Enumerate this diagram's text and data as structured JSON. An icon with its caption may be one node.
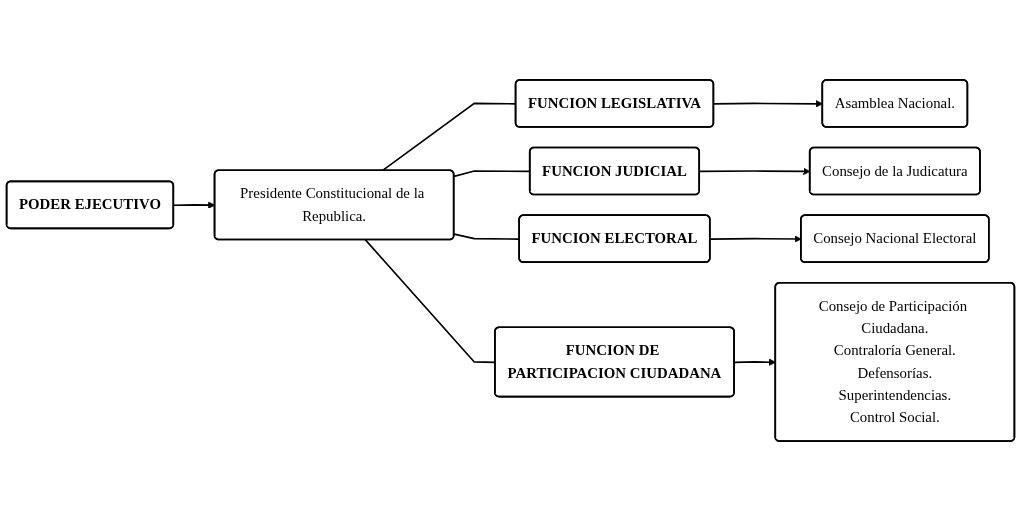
{
  "diagram": {
    "nodes": [
      {
        "text": [
          "PODER EJECUTIVO"
        ]
      },
      {
        "text": [
          "Presidente Constitucional de la Republica."
        ]
      },
      {
        "text": [
          "FUNCION LEGISLATIVA"
        ]
      },
      {
        "text": [
          "FUNCION JUDICIAL"
        ]
      },
      {
        "text": [
          "FUNCION ELECTORAL"
        ]
      },
      {
        "text": [
          "FUNCION DE PARTICIPACION CIUDADANA"
        ]
      },
      {
        "text": [
          "Asamblea Nacional."
        ]
      },
      {
        "text": [
          "Consejo de la Judicatura"
        ]
      },
      {
        "text": [
          "Consejo Nacional Electoral"
        ]
      },
      {
        "text": [
          "Consejo de Participación Ciudadana.",
          "Contraloría General.",
          "Defensorías.",
          "Superintendencias.",
          "Control Social."
        ]
      }
    ],
    "edges": [
      {
        "from": 0,
        "to": 1,
        "arrow": "to"
      },
      {
        "from": 1,
        "to": 2,
        "arrow": "none"
      },
      {
        "from": 1,
        "to": 3,
        "arrow": "none"
      },
      {
        "from": 1,
        "to": 4,
        "arrow": "none"
      },
      {
        "from": 1,
        "to": 5,
        "arrow": "none"
      },
      {
        "from": 2,
        "to": 6,
        "arrow": "to"
      },
      {
        "from": 3,
        "to": 7,
        "arrow": "to"
      },
      {
        "from": 4,
        "to": 8,
        "arrow": "to"
      },
      {
        "from": 5,
        "to": 9,
        "arrow": "to"
      }
    ]
  }
}
